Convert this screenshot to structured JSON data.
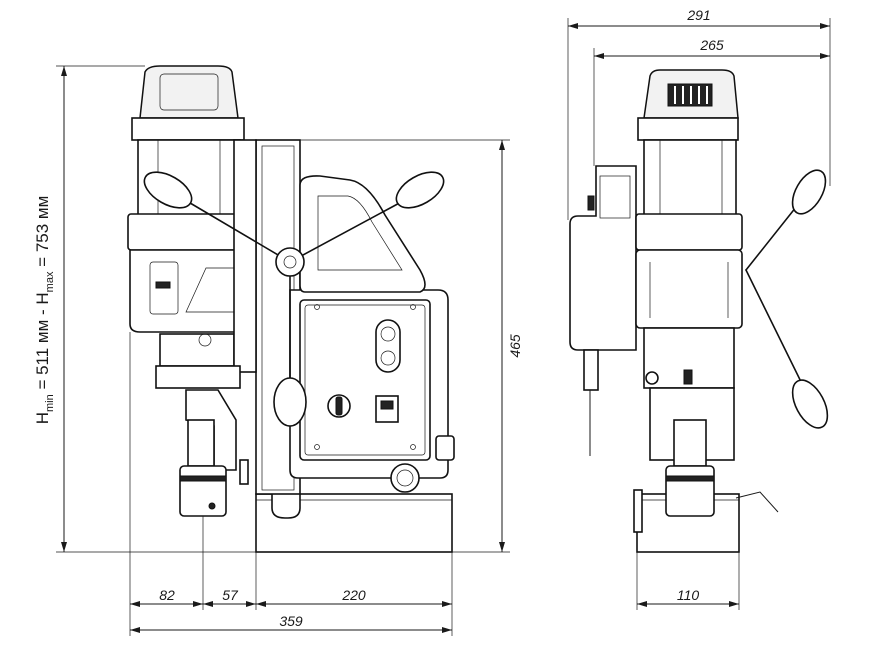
{
  "dimensions": {
    "overall_width_side": "291",
    "base_width_side": "265",
    "height": "465",
    "base_offset": "82",
    "column_offset": "57",
    "base_depth": "220",
    "overall_length": "359",
    "base_width_front": "110"
  },
  "height_range": {
    "h_min_symbol": "H",
    "h_min_sub": "min",
    "h_min_value": " = 511 мм - ",
    "h_max_symbol": "H",
    "h_max_sub": "max",
    "h_max_value": " = 753 мм"
  }
}
